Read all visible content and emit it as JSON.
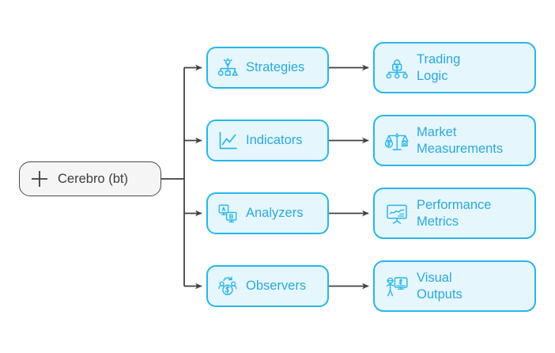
{
  "diagram": {
    "type": "hierarchy-tree",
    "orientation": "left-to-right",
    "background_color": "#ffffff",
    "root": {
      "id": "cerebro",
      "label": "Cerebro (bt)",
      "icon": "plus-icon",
      "fill_color": "#f5f5f5",
      "border_color": "#4a4a4a",
      "text_color": "#3d3d3d"
    },
    "style": {
      "node_fill": "#e6f6fd",
      "node_border": "#29b6e8",
      "node_text": "#2ba9dc",
      "edge_color": "#404040"
    },
    "branches": [
      {
        "id": "strategies",
        "label": "Strategies",
        "icon": "strategy-hierarchy-icon",
        "child": {
          "id": "trading-logic",
          "label": "Trading\nLogic",
          "icon": "lock-hierarchy-icon"
        }
      },
      {
        "id": "indicators",
        "label": "Indicators",
        "icon": "line-chart-icon",
        "child": {
          "id": "market-measurements",
          "label": "Market\nMeasurements",
          "icon": "balance-scale-dollar-icon"
        }
      },
      {
        "id": "analyzers",
        "label": "Analyzers",
        "icon": "ab-test-screens-icon",
        "child": {
          "id": "performance-metrics",
          "label": "Performance\nMetrics",
          "icon": "presentation-chart-icon"
        }
      },
      {
        "id": "observers",
        "label": "Observers",
        "icon": "users-dollar-refresh-icon",
        "child": {
          "id": "visual-outputs",
          "label": "Visual\nOutputs",
          "icon": "presenter-dollar-screen-icon"
        }
      }
    ]
  }
}
